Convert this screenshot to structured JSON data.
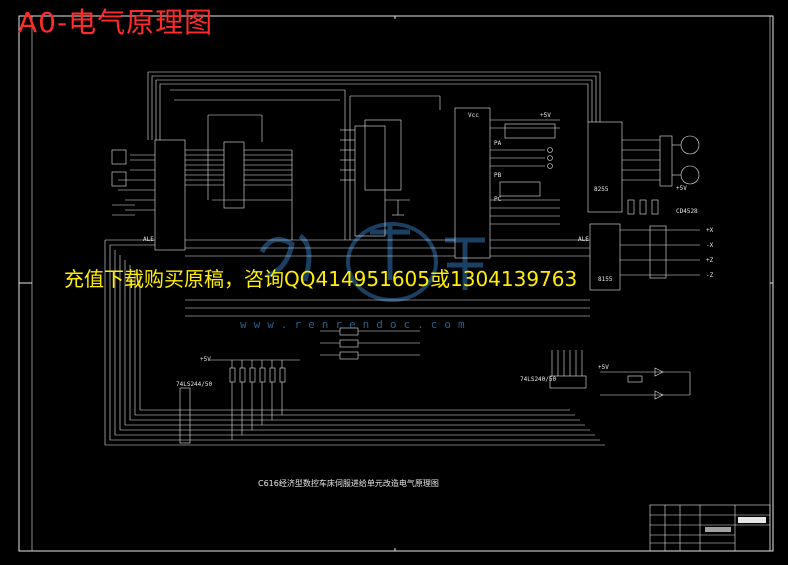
{
  "drawing": {
    "title": "A0-电气原理图",
    "caption": "C616经济型数控车床伺服进给单元改造电气原理图",
    "watermark_text": "充值下载购买原稿，咨询QQ414951605或1304139763",
    "watermark_url": "www.renrendoc.com"
  },
  "labels": {
    "ale_left": "ALE",
    "ic_8255": "8255",
    "ic_8155": "8155",
    "ale_right": "ALE",
    "plus5v_a": "+5V",
    "plus5v_b": "+5V",
    "plus5v_c": "+5V",
    "plus5v_d": "+5V",
    "chip_74ls244": "74LS244/50",
    "chip_74ls240": "74LS240/50",
    "opto": "CD4528",
    "pins_right": [
      "+X",
      "-X",
      "+Z",
      "-Z"
    ],
    "vcc": "Vcc",
    "pa": "PA",
    "pb": "PB",
    "pc": "PC"
  },
  "colors": {
    "line": "#e6e6e6",
    "accent_title": "#ff2a2a",
    "watermark": "#ffee00",
    "logo": "#1f4d75"
  }
}
